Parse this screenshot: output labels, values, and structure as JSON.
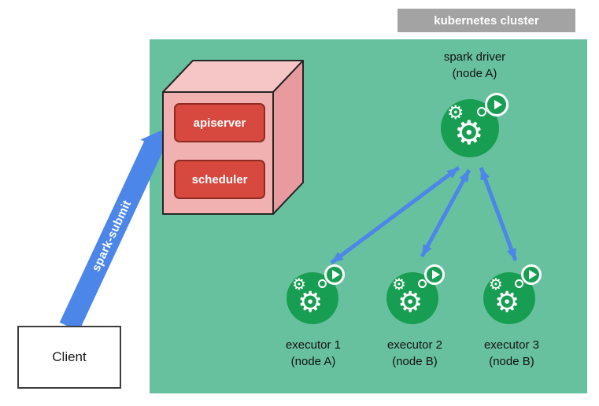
{
  "cluster_label": "kubernetes cluster",
  "control_plane": {
    "apiserver_label": "apiserver",
    "scheduler_label": "scheduler"
  },
  "spark_driver": {
    "title": "spark driver",
    "node": "(node A)"
  },
  "executors": [
    {
      "title": "executor 1",
      "node": "(node A)"
    },
    {
      "title": "executor 2",
      "node": "(node B)"
    },
    {
      "title": "executor 3",
      "node": "(node B)"
    }
  ],
  "client_label": "Client",
  "spark_submit_label": "spark-submit",
  "icons": {
    "gear": "⚙"
  },
  "colors": {
    "cluster_bg": "#68c19e",
    "icon_green": "#189e52",
    "arrow_blue": "#4c86e8",
    "box_red": "#d7493f",
    "cube_front_pink": "#f2b1b1",
    "cube_top_pink": "#f6c6c6",
    "cube_side_pink": "#e89b9e",
    "label_gray": "#a3a3a3"
  }
}
